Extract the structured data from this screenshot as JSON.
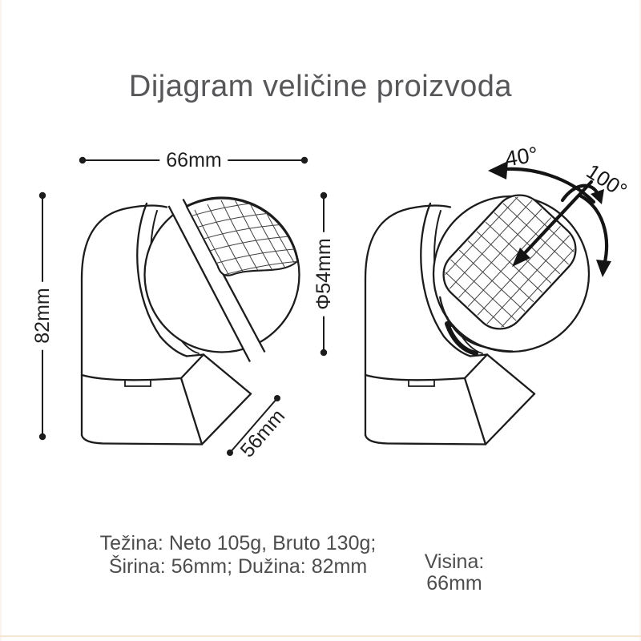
{
  "title": {
    "text": "Dijagram veličine proizvoda"
  },
  "colors": {
    "line": "#1c1c1c",
    "title_text": "#57575a",
    "body_text": "#4d4d4d",
    "background": "#ffffff",
    "bottom_rule": "#f6e5d2"
  },
  "left_figure": {
    "description": "sensor side view with dimension lines",
    "width": "66mm",
    "height": "82mm",
    "diameter": "Φ54mm",
    "depth": "56mm"
  },
  "right_figure": {
    "description": "sensor rotated head view with swivel angle arrows",
    "swivel_horizontal": "40°",
    "swivel_vertical": "100°"
  },
  "specs": {
    "weight_line": "Težina: Neto 105g, Bruto 130g;",
    "size_line": "Širina: 56mm; Dužina: 82mm",
    "height_label": "Visina:",
    "height_value": "66mm"
  }
}
